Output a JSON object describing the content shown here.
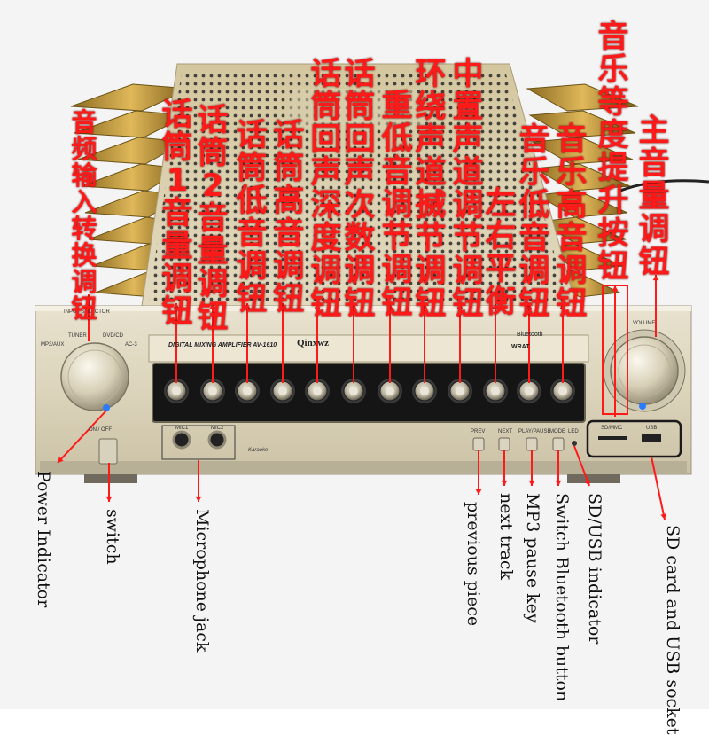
{
  "panel": {
    "input_selector": "INPUT SELECTOR",
    "tuner": "TUNER",
    "dvd_cd": "DVD/CD",
    "mp3_aux": "MP3/AUX",
    "ac3": "AC-3",
    "model_text": "DIGITAL MIXING AMPLIFIER AV-1610",
    "brand": "Qinxwz",
    "bluetooth": "Bluetooth",
    "wrat": "WRAT",
    "volume": "VOLUME",
    "mic1": "MIC1",
    "mic2": "MIC2",
    "karaoke": "Karaoke",
    "prev": "PREV",
    "next": "NEXT",
    "play_pause": "PLAY/PAUSE",
    "mode": "MODE",
    "led": "LED",
    "sd_mmc": "SD/MMC",
    "usb": "USB",
    "on_off": "ON / OFF"
  },
  "labels_cn": [
    "音频输入转换调钮",
    "话筒1音量调钮",
    "话筒2音量调钮",
    "话筒低音调钮",
    "话筒高音调钮",
    "话筒回声深度调钮",
    "话筒回声次数调钮",
    "重低音调节调钮",
    "环绕声道搣节调钮",
    "中置声道调节调钮",
    "左右平衡",
    "音乐低音调钮",
    "音乐高音调钮",
    "音乐等度提升按钮",
    "主音量调钮"
  ],
  "labels_en": [
    "Power Indicator",
    "switch",
    "Microphone jack",
    "previous piece",
    "next track",
    "MP3 pause key",
    "Switch Bluetooth button",
    "SD/USB indicator",
    "SD card and USB socket"
  ],
  "colors": {
    "annotation": "#ff1a1a",
    "panel": "#d9d1b8",
    "heatsink": "#c8a040"
  }
}
